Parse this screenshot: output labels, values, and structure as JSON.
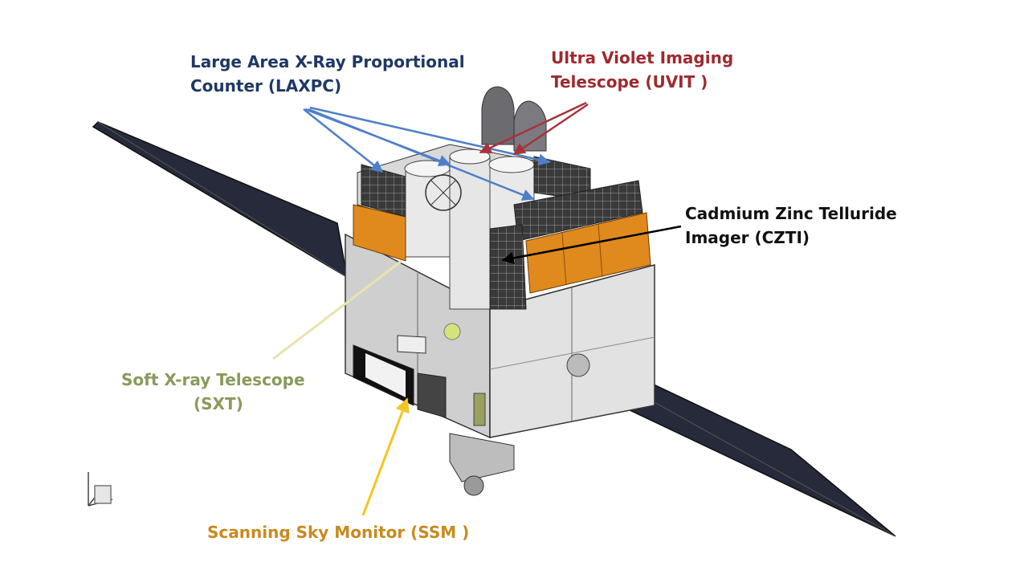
{
  "labels": {
    "laxpc": {
      "line1": "Large Area X-Ray Proportional",
      "line2": "Counter (LAXPC)",
      "color": "#1f3864"
    },
    "uvit": {
      "line1": "Ultra Violet Imaging",
      "line2": "Telescope  (UVIT )",
      "color": "#9e2a2f"
    },
    "czti": {
      "line1": "Cadmium Zinc Telluride",
      "line2": "Imager (CZTI)",
      "color": "#111111"
    },
    "sxt": {
      "line1": "Soft X-ray  Telescope",
      "line2": "(SXT)",
      "color": "#8a9a5b"
    },
    "ssm": {
      "line1": "Scanning Sky Monitor (SSM )",
      "color": "#c98a1e"
    }
  },
  "colors": {
    "laxpc_arrow": "#4f7fc8",
    "uvit_arrow": "#a8323c",
    "czti_arrow": "#000000",
    "sxt_line": "#e8e4b0",
    "ssm_arrow": "#f3c623",
    "panel": "#262a3a",
    "body": "#d6d6d6",
    "orange_band": "#e08a1e"
  },
  "icons": [
    "solar-panel-left",
    "solar-panel-right",
    "spacecraft-body",
    "axis-triad-icon"
  ]
}
